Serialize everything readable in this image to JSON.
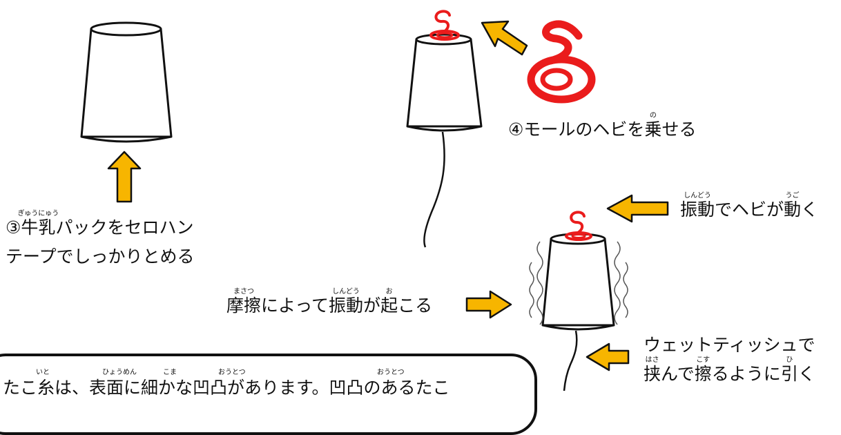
{
  "step3": {
    "pre": "③",
    "word_ruby": "ぎゅうにゅう",
    "word": "牛乳",
    "line1_rest": "パックをセロハン",
    "line2": "テープでしっかりとめる"
  },
  "step4": {
    "pre": "④モールのヘビを",
    "word_ruby": "の",
    "word": "乗",
    "post": "せる"
  },
  "snake_moves": {
    "ruby1": "しんどう",
    "word1": "振動",
    "mid": "でヘビが",
    "ruby2": "うご",
    "word2": "動",
    "post": "く"
  },
  "friction": {
    "ruby1": "まさつ",
    "word1": "摩擦",
    "mid": "によって",
    "ruby2": "しんどう",
    "word2": "振動",
    "mid2": "が",
    "ruby3": "お",
    "word3": "起",
    "post": "こる"
  },
  "tissue": {
    "line1": "ウェットティッシュで",
    "ruby1": "はさ",
    "word1": "挟",
    "mid": "んで",
    "ruby2": "こす",
    "word2": "擦",
    "mid2": "るように",
    "ruby3": "ひ",
    "word3": "引",
    "post": "く"
  },
  "note": {
    "line1": "たこ糸は、表面に細かな凹凸があります。凹凸のあるたこ",
    "rubies": [
      "いと",
      "ひょうめん",
      "こま",
      "おうとつ",
      "おうとつ"
    ]
  },
  "colors": {
    "arrow_fill": "#f7b500",
    "snake_red": "#ea1c1c",
    "outline": "#111111"
  }
}
